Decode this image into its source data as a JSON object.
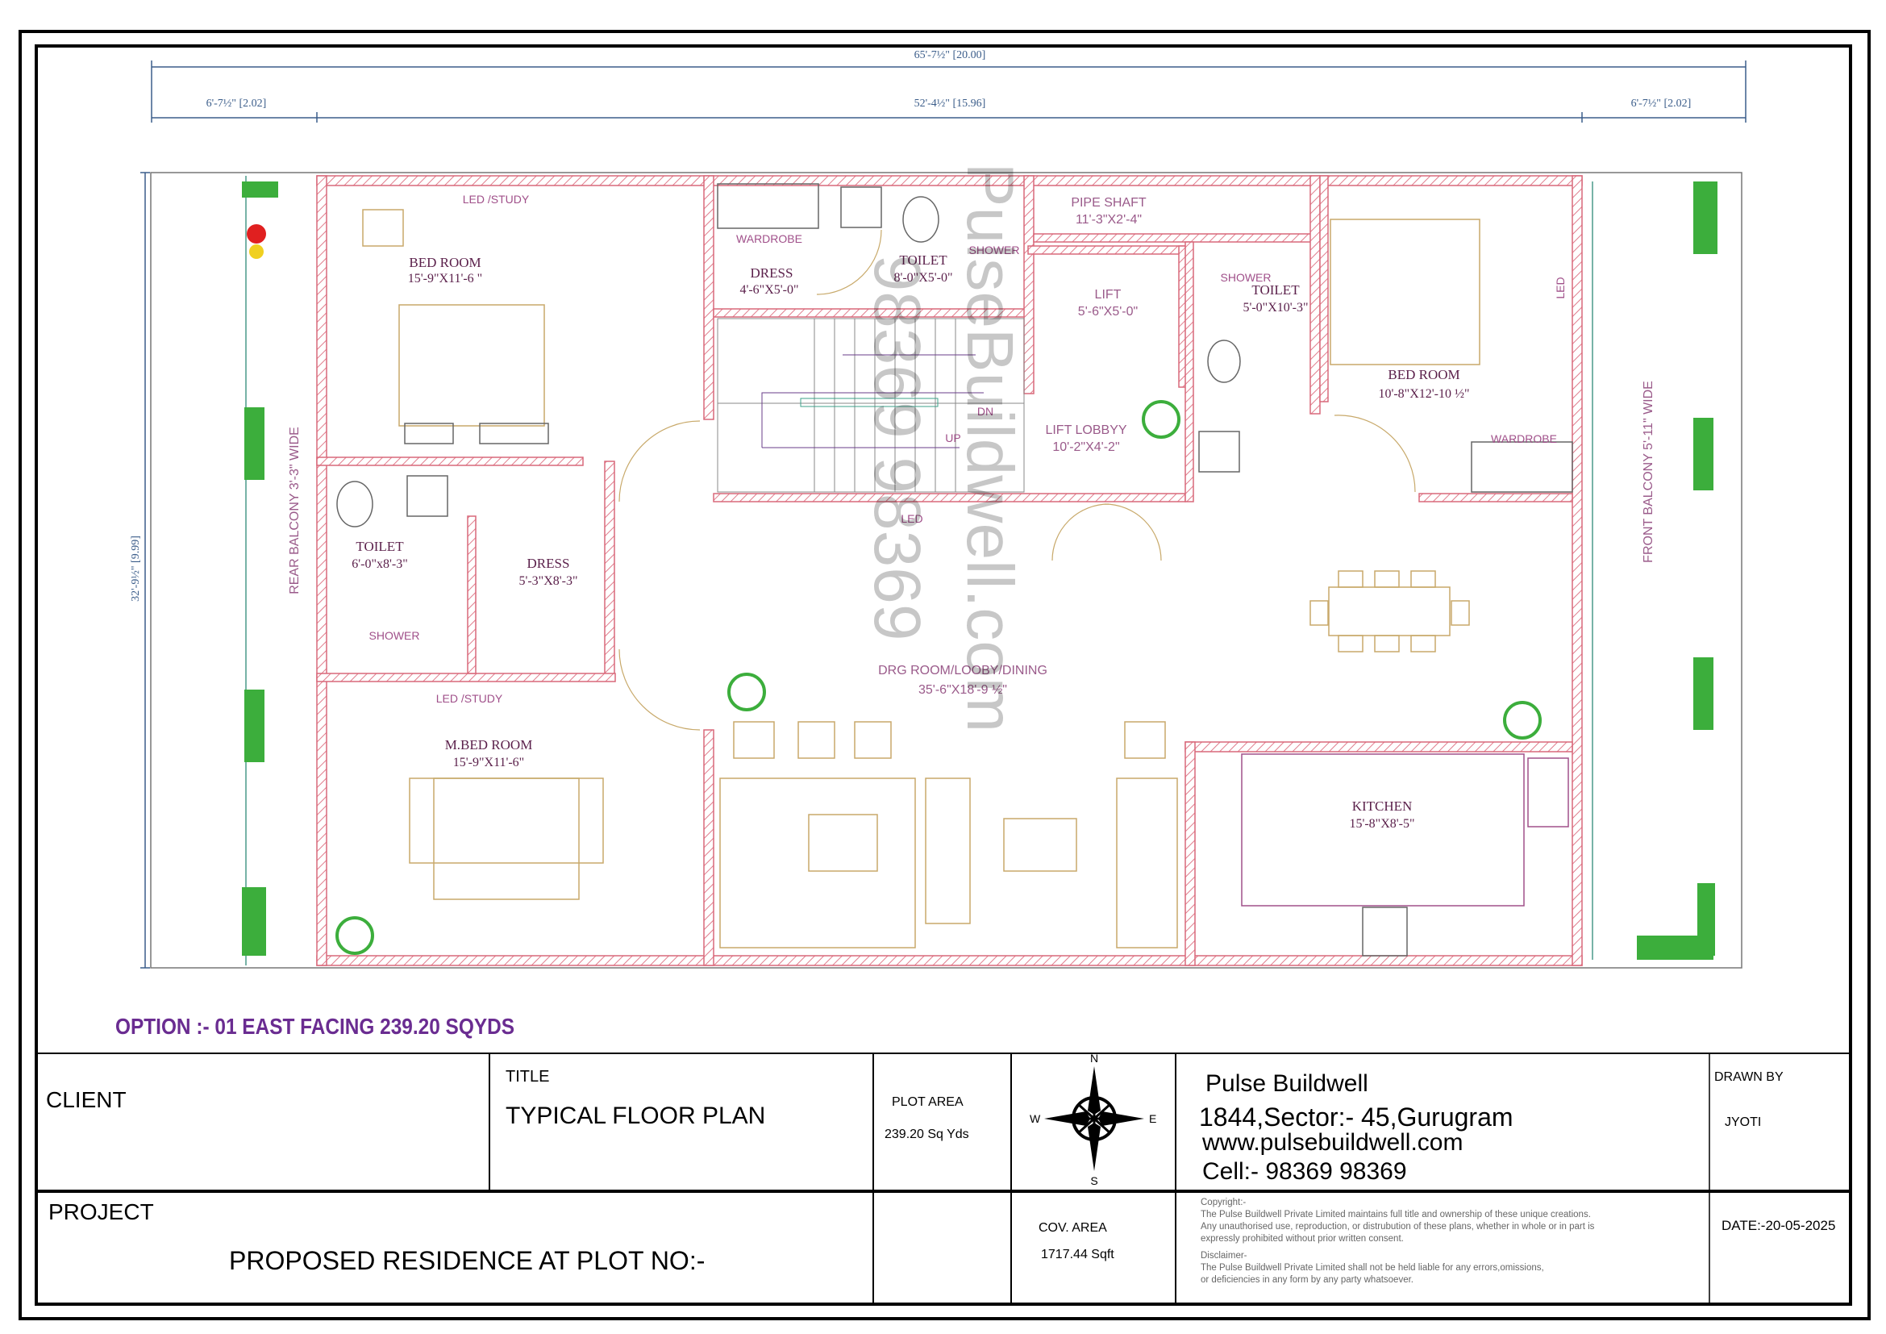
{
  "dimensions": {
    "overall_width": "65'-7½\" [20.00]",
    "rear_balcony_width": "6'-7½\" [2.02]",
    "building_width": "52'-4½\" [15.96]",
    "front_balcony_width": "6'-7½\" [2.02]",
    "plot_depth": "32'-9½\" [9.99]"
  },
  "rooms": {
    "bed_room_1": {
      "name": "BED ROOM",
      "size": "15'-9\"X11'-6 \""
    },
    "led_study_1": "LED /STUDY",
    "wardrobe_1": "WARDROBE",
    "dress_1": {
      "name": "DRESS",
      "size": "4'-6\"X5'-0\""
    },
    "toilet_1": {
      "name": "TOILET",
      "size": "8'-0\"X5'-0\""
    },
    "shower_1": "SHOWER",
    "pipe_shaft": {
      "name": "PIPE SHAFT",
      "size": "11'-3\"X2'-4\""
    },
    "lift": {
      "name": "LIFT",
      "size": "5'-6\"X5'-0\""
    },
    "shower_2": "SHOWER",
    "toilet_2": {
      "name": "TOILET",
      "size": "5'-0\"X10'-3\""
    },
    "led_1": "LED",
    "bed_room_2": {
      "name": "BED ROOM",
      "size": "10'-8\"X12'-10 ½\""
    },
    "wardrobe_2": "WARDROBE",
    "lift_lobby": {
      "name": "LIFT LOBBYY",
      "size": "10'-2\"X4'-2\""
    },
    "stair_dn": "DN",
    "stair_up": "UP",
    "led_2": "LED",
    "toilet_3": {
      "name": "TOILET",
      "size": "6'-0\"x8'-3\""
    },
    "dress_2": {
      "name": "DRESS",
      "size": "5'-3\"X8'-3\""
    },
    "shower_3": "SHOWER",
    "led_study_2": "LED /STUDY",
    "m_bed_room": {
      "name": "M.BED ROOM",
      "size": "15'-9\"X11'-6\""
    },
    "drawing_room": {
      "name": "DRG ROOM/LOOBY/DINING",
      "size": "35'-6\"X18'-9 ½\""
    },
    "kitchen": {
      "name": "KITCHEN",
      "size": "15'-8\"X8'-5\""
    },
    "rear_balcony": "REAR BALCONY  3'-3\" WIDE",
    "front_balcony": "FRONT BALCONY 5'-11\" WIDE"
  },
  "watermark": {
    "site": "PulseBuildwell.com",
    "phone": "98369 98369"
  },
  "option_label": "OPTION :- 01 EAST FACING 239.20 SQYDS",
  "title_block": {
    "client_label": "CLIENT",
    "title_label": "TITLE",
    "title_value": "TYPICAL  FLOOR PLAN",
    "plot_area_label": "PLOT AREA",
    "plot_area_value": "239.20 Sq Yds",
    "compass": {
      "n": "N",
      "s": "S",
      "e": "E",
      "w": "W"
    },
    "company": "Pulse Buildwell",
    "address": "1844,Sector:- 45,Gurugram",
    "website": "www.pulsebuildwell.com",
    "cell": "Cell:- 98369 98369",
    "drawn_by_label": "DRAWN BY",
    "drawn_by_value": "JYOTI",
    "project_label": "PROJECT",
    "project_value": "PROPOSED RESIDENCE AT PLOT NO:-",
    "cov_area_label": "COV. AREA",
    "cov_area_value": "1717.44  Sqft",
    "copyright_heading": "Copyright:-",
    "copyright_lines": [
      "The Pulse Buildwell Private Limited maintains full title and ownership of these unique creations.",
      "Any unauthorised use, reproduction, or distrubution of these plans, whether in whole or in part is",
      "expressly prohibited without prior written consent."
    ],
    "disclaimer_heading": "Disclaimer-",
    "disclaimer_lines": [
      "The Pulse Buildwell Private Limited shall not be held liable for any errors,omissions,",
      "or deficiencies in any form by any party whatsoever."
    ],
    "date": "DATE:-20-05-2025"
  },
  "colors": {
    "wall": "#d9687a",
    "furniture": "#c8a96a",
    "dimension": "#3b5d8a",
    "option": "#6a2c91",
    "plant": "#3cae3c"
  }
}
